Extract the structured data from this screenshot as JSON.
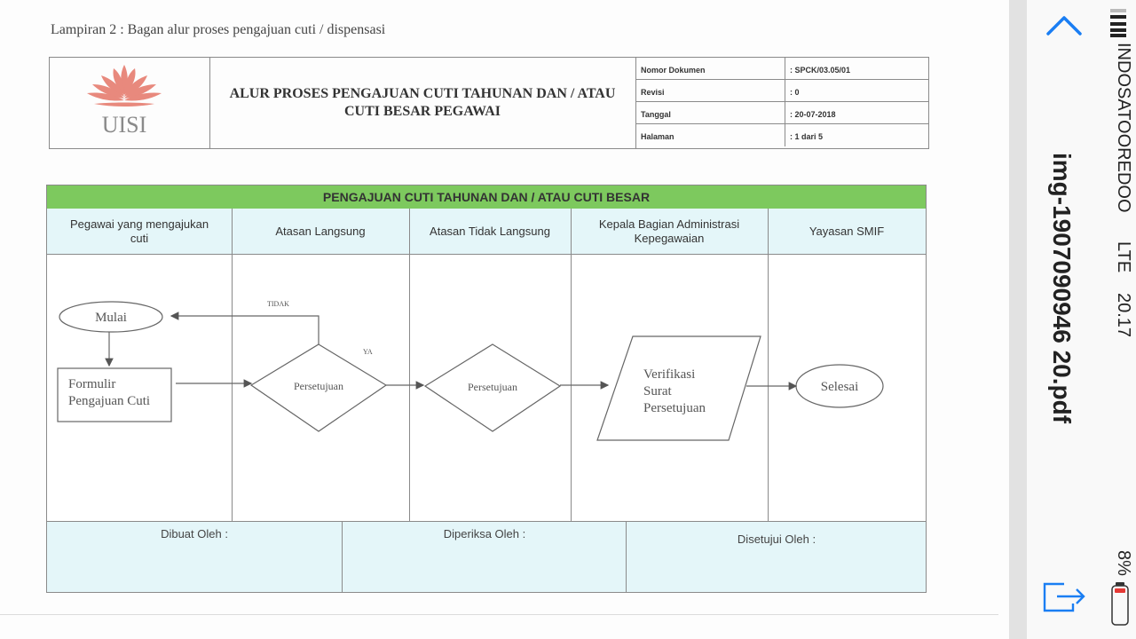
{
  "document": {
    "caption": "Lampiran 2 : Bagan alur proses pengajuan cuti / dispensasi",
    "logo_text": "UISI",
    "title_line1": "ALUR PROSES PENGAJUAN CUTI TAHUNAN DAN / ATAU",
    "title_line2": "CUTI BESAR PEGAWAI",
    "meta": [
      {
        "label": "Nomor Dokumen",
        "value": ": SPCK/03.05/01"
      },
      {
        "label": "Revisi",
        "value": ": 0"
      },
      {
        "label": "Tanggal",
        "value": ": 20-07-2018"
      },
      {
        "label": "Halaman",
        "value": ": 1 dari 5"
      }
    ]
  },
  "flow": {
    "title": "PENGAJUAN CUTI TAHUNAN DAN / ATAU CUTI BESAR",
    "lanes": [
      {
        "line1": "Pegawai yang mengajukan",
        "line2": "cuti"
      },
      {
        "line1": "Atasan Langsung",
        "line2": ""
      },
      {
        "line1": "Atasan Tidak Langsung",
        "line2": ""
      },
      {
        "line1": "Kepala Bagian Administrasi",
        "line2": "Kepegawaian"
      },
      {
        "line1": "Yayasan SMIF",
        "line2": ""
      }
    ],
    "nodes": {
      "start": "Mulai",
      "form_line1": "Formulir",
      "form_line2": "Pengajuan Cuti",
      "decision1": "Persetujuan",
      "decision2": "Persetujuan",
      "verify_line1": "Verifikasi",
      "verify_line2": "Surat",
      "verify_line3": "Persetujuan",
      "end": "Selesai",
      "label_no": "TIDAK",
      "label_yes": "YA"
    },
    "footer": {
      "made_by": "Dibuat Oleh :",
      "checked_by": "Diperiksa Oleh :",
      "approved_by": "Disetujui Oleh :"
    }
  },
  "viewer": {
    "filename": "img-1907090946 20.pdf",
    "carrier": "INDOSATOOREDOO",
    "network": "LTE",
    "time": "20.17",
    "battery": "8%",
    "icons": [
      "chevron-up-icon",
      "share-icon",
      "signal-icon",
      "battery-icon"
    ]
  }
}
